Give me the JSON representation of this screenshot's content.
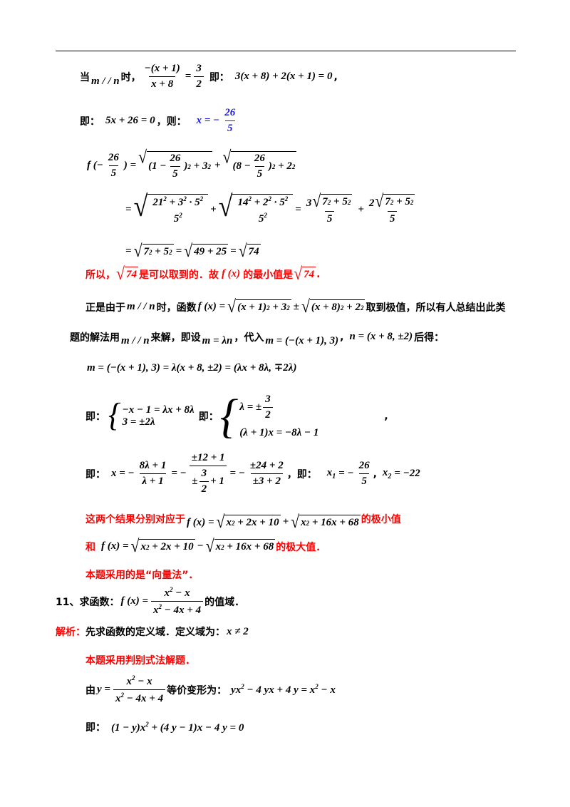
{
  "text": {
    "dang": "当",
    "shi_comma": "时，",
    "shi": "时",
    "comma": "，",
    "ji_colon": "即：",
    "ji_colon2": "即：",
    "ji_colon3": "即：",
    "ji_colon4": "即：",
    "ji_colon5": "即：",
    "ji_colon6": "即：",
    "ze_colon": "，则：",
    "suoyi": "所以，",
    "keyi": "是可以取到的．故",
    "zuixiao": "的最小值是",
    "zhengshi": "正是由于",
    "shi_hanshu": "时，函数",
    "qu_jizhi": "取到极值，所以有人总结出此类",
    "ti_jiefa": "题的解法用",
    "laijie": "来解，即设",
    "dairu": "，代入",
    "houde": "后得：",
    "liangge": "这两个结果分别对应于",
    "jixiao": "的极小值",
    "he": "和",
    "jida": "的极大值．",
    "xiangliang": "本题采用的是“向量法”．",
    "q11_label": "11、求函数：",
    "zhiyu": "的值域．",
    "jiexi": "解析：",
    "dingyi": "先求函数的定义域．定义域为：",
    "panbie": "本题采用判别式法解题．",
    "you": "由",
    "dengjia": "等价变形为："
  },
  "math": {
    "m_par_n": "m / / n",
    "num_neg_x1": "−(x + 1)",
    "den_x8": "x + 8",
    "three": "3",
    "two": "2",
    "eq_line1": "3(x + 8) + 2(x + 1) = 0",
    "eq_5x": "5x + 26 = 0",
    "x_eq_neg": "x = −",
    "n26": "26",
    "n5": "5",
    "f_open": "f (−",
    "f_close": ") =",
    "r1a": "(1 −",
    "r1b": ")",
    "sup2": "2",
    "plus32": "+ 3",
    "plus": "+",
    "r2a": "(8 −",
    "plus22": "+ 2",
    "eq": "=",
    "num_a": "21",
    "num_a2": "+ 3",
    "num_a3": "· 5",
    "num_b": "14",
    "num_b2": "+ 2",
    "den_5": "5",
    "coef3": "3",
    "coef2": "2",
    "seven": "7",
    "plus5": "+ 5",
    "rad49": "49 + 25",
    "rad74": "74",
    "fx": "f (x)",
    "fx_eq": "f (x) =",
    "rad_x1": "(x + 1)",
    "pm": "±",
    "rad_x8": "(x + 8)",
    "m_eq_ln": "m = λn",
    "m_def": "m = (−(x + 1), 3)",
    "n_def": "n = (x + 8, ±2)",
    "m_lambda_full": "m = (−(x + 1), 3) = λ(x + 8, ±2) = (λx + 8λ, ∓2λ)",
    "sys1a": "−x − 1 = λx + 8λ",
    "sys1b": "3 = ±2λ",
    "sys2a_lhs": "λ = ±",
    "sys2b": "(λ + 1)x = −8λ − 1",
    "x_eq_minus": "x = −",
    "n8l1": "8λ + 1",
    "l1": "λ + 1",
    "eq_minus": "= −",
    "pm12": "±12 + 1",
    "pm_": "±",
    "plus1": "+ 1",
    "pm24": "±24 + 2",
    "pm3_2": "±3 + 2",
    "x1_eq": "x",
    "sub1": "1",
    "sub2": "2",
    "eq_minus2": "= −",
    "x2_rhs": "= −22",
    "rad_a": "x",
    "rad_a_rest": "+ 2x + 10",
    "rad_b_rest": "+ 16x + 68",
    "minus": "−",
    "x2": "x",
    "minus_x": "− x",
    "den_q": "x",
    "den_q_rest": "− 4x + 4",
    "x_neq_2": "x ≠ 2",
    "y_eq": "y =",
    "yx_eq": "yx",
    "yx_rest": "− 4 yx + 4 y = x",
    "last_eq": "(1 − y)x",
    "last_rest": "+ (4 y − 1)x − 4 y = 0"
  },
  "colors": {
    "red": "#ff0000",
    "blue": "#1a1ad8",
    "text": "#000000",
    "background": "#ffffff"
  }
}
